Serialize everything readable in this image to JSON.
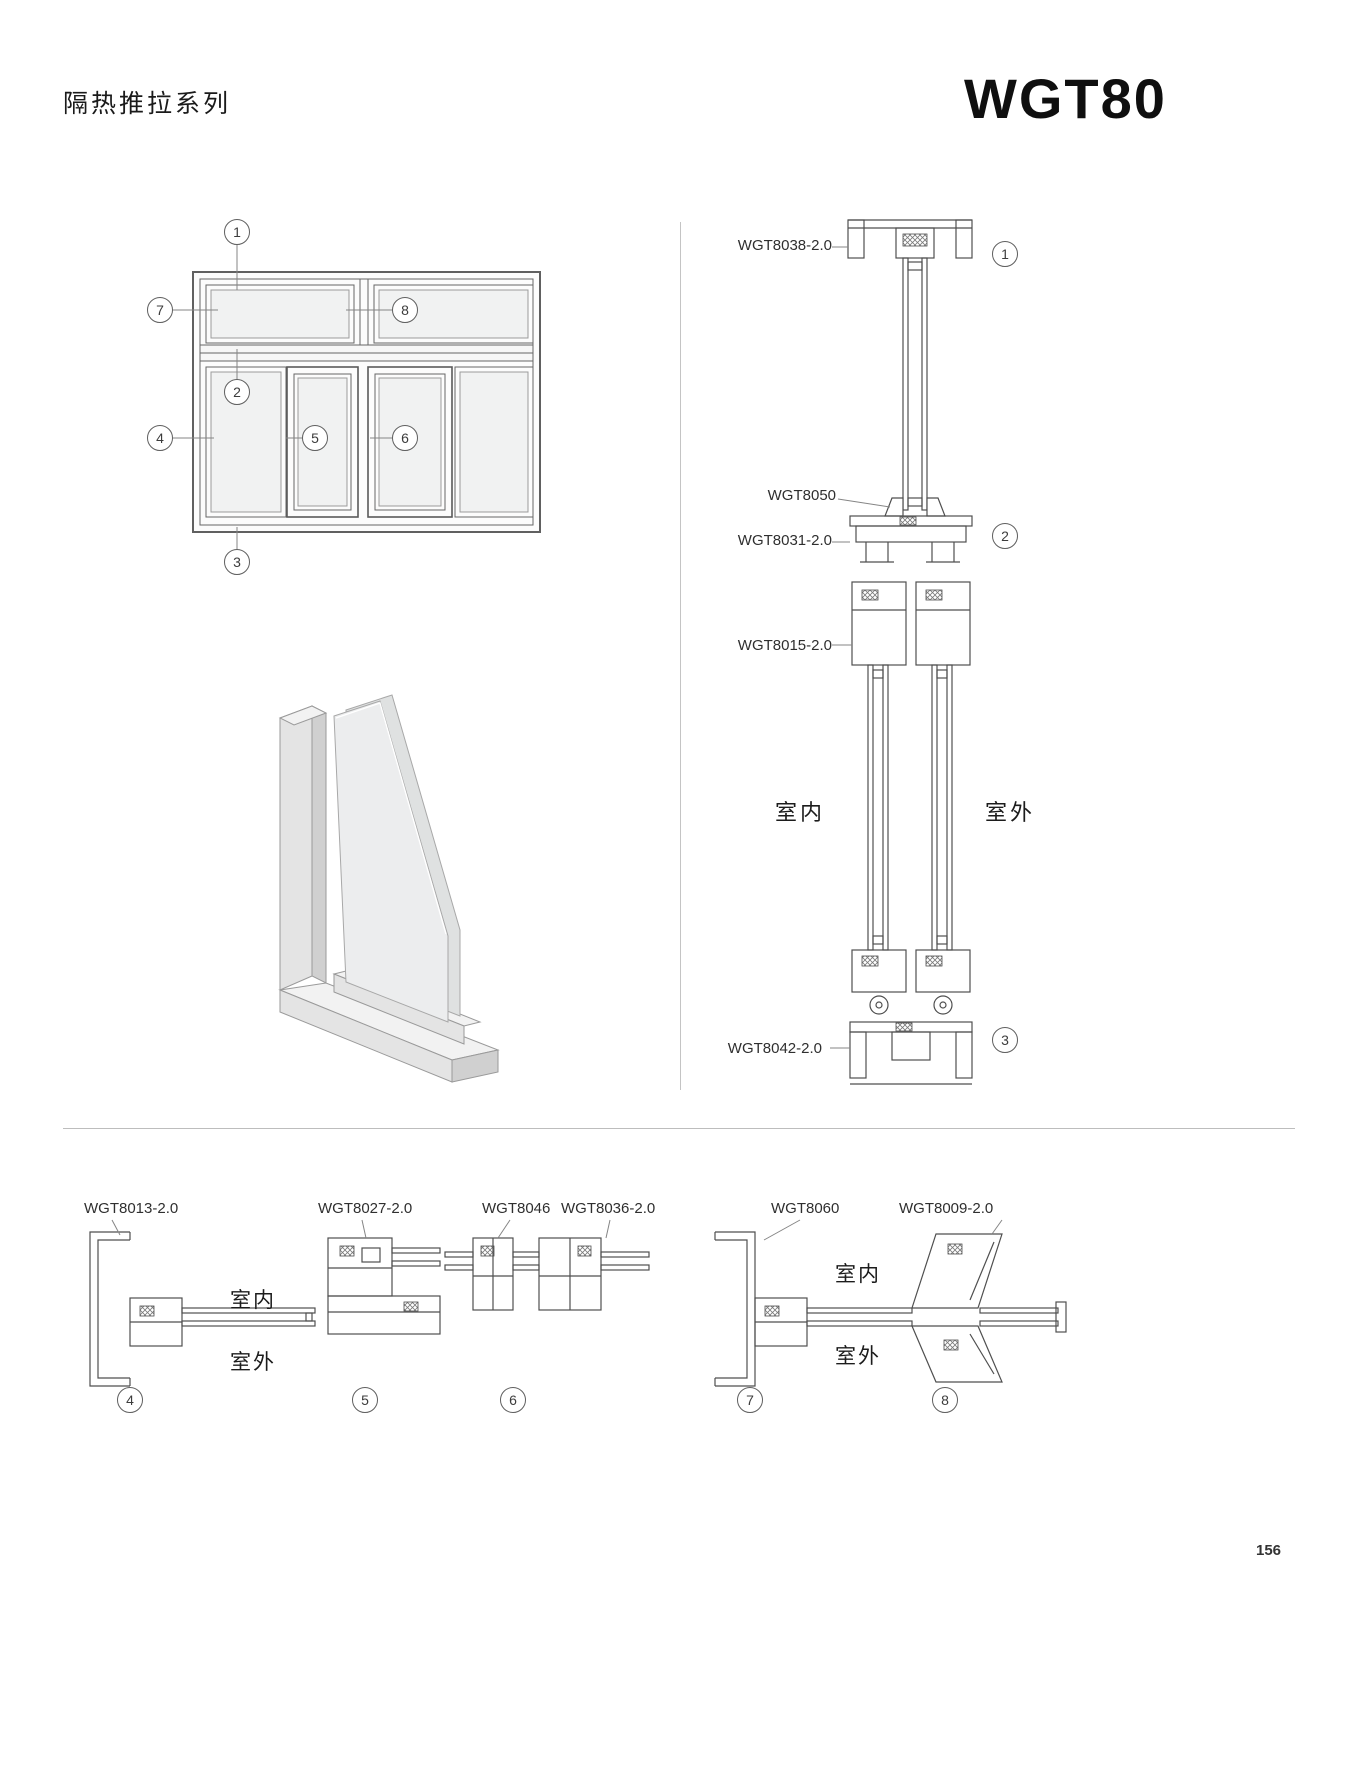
{
  "page": {
    "series_title": "隔热推拉系列",
    "model": "WGT80",
    "page_number": "156"
  },
  "colors": {
    "line": "#555555",
    "light_line": "#999999",
    "glass_fill": "#f1f2f2",
    "text": "#2f2f2f"
  },
  "elevation": {
    "callouts": [
      "1",
      "2",
      "3",
      "4",
      "5",
      "6",
      "7",
      "8"
    ]
  },
  "vertical_section": {
    "labels": [
      "WGT8038-2.0",
      "WGT8050",
      "WGT8031-2.0",
      "WGT8015-2.0",
      "WGT8042-2.0"
    ],
    "callouts": [
      "1",
      "2",
      "3"
    ],
    "indoor": "室内",
    "outdoor": "室外"
  },
  "horizontal_sections": {
    "labels": [
      "WGT8013-2.0",
      "WGT8027-2.0",
      "WGT8046",
      "WGT8036-2.0",
      "WGT8060",
      "WGT8009-2.0"
    ],
    "callouts": [
      "4",
      "5",
      "6",
      "7",
      "8"
    ],
    "indoor": "室内",
    "outdoor": "室外"
  }
}
